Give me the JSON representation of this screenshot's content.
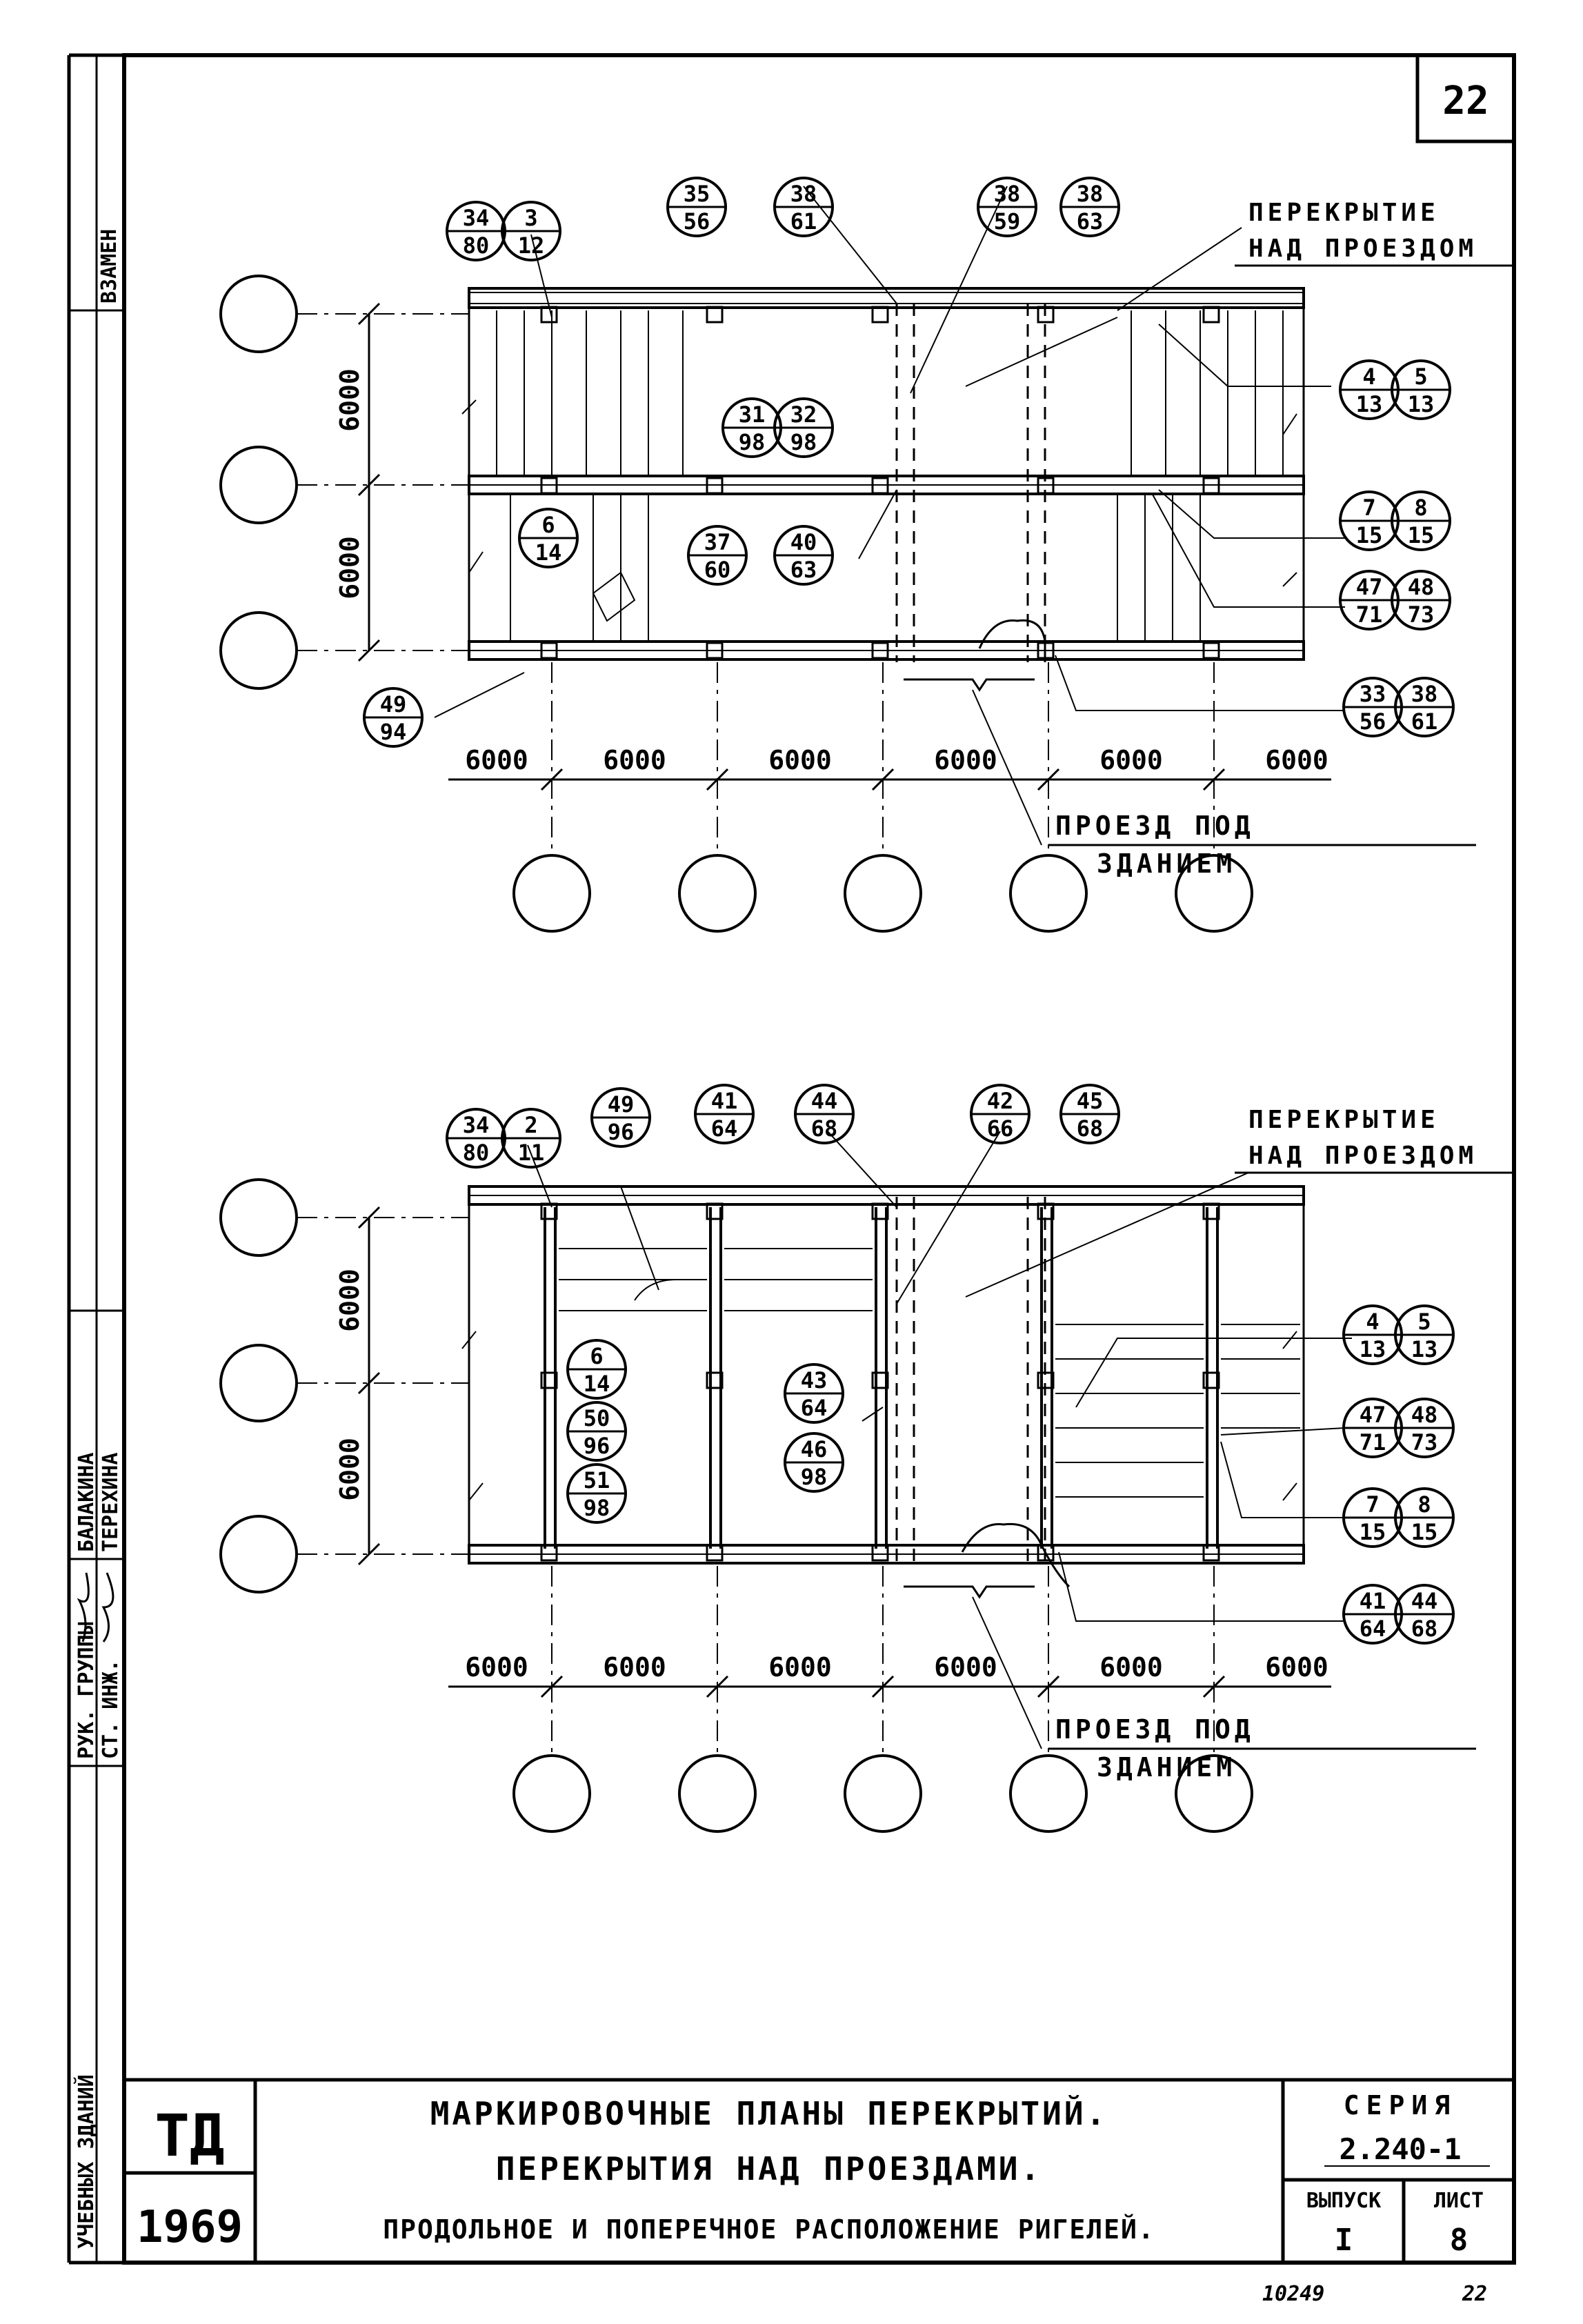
{
  "page_number": "22",
  "top_plan": {
    "label_lines": [
      "ПЕРЕКРЫТИЕ",
      "НАД ПРОЕЗДОМ"
    ],
    "passage_lines": [
      "ПРОЕЗД ПОД",
      "ЗДАНИЕМ"
    ],
    "dims_vertical": [
      "6000",
      "6000"
    ],
    "dims_horizontal": [
      "6000",
      "6000",
      "6000",
      "6000",
      "6000",
      "6000"
    ],
    "tags": [
      {
        "top": "34",
        "bottom": "80"
      },
      {
        "top": "3",
        "bottom": "12"
      },
      {
        "top": "35",
        "bottom": "56"
      },
      {
        "top": "38",
        "bottom": "61"
      },
      {
        "top": "38",
        "bottom": "59"
      },
      {
        "top": "38",
        "bottom": "63"
      },
      {
        "top": "4",
        "bottom": "13"
      },
      {
        "top": "5",
        "bottom": "13"
      },
      {
        "top": "31",
        "bottom": "98"
      },
      {
        "top": "32",
        "bottom": "98"
      },
      {
        "top": "6",
        "bottom": "14"
      },
      {
        "top": "37",
        "bottom": "60"
      },
      {
        "top": "40",
        "bottom": "63"
      },
      {
        "top": "7",
        "bottom": "15"
      },
      {
        "top": "8",
        "bottom": "15"
      },
      {
        "top": "47",
        "bottom": "71"
      },
      {
        "top": "48",
        "bottom": "73"
      },
      {
        "top": "49",
        "bottom": "94"
      },
      {
        "top": "33",
        "bottom": "56"
      },
      {
        "top": "38",
        "bottom": "61"
      }
    ]
  },
  "bottom_plan": {
    "label_lines": [
      "ПЕРЕКРЫТИЕ",
      "НАД ПРОЕЗДОМ"
    ],
    "passage_lines": [
      "ПРОЕЗД ПОД",
      "ЗДАНИЕМ"
    ],
    "dims_vertical": [
      "6000",
      "6000"
    ],
    "dims_horizontal": [
      "6000",
      "6000",
      "6000",
      "6000",
      "6000",
      "6000"
    ],
    "tags": [
      {
        "top": "34",
        "bottom": "80"
      },
      {
        "top": "2",
        "bottom": "11"
      },
      {
        "top": "49",
        "bottom": "96"
      },
      {
        "top": "41",
        "bottom": "64"
      },
      {
        "top": "44",
        "bottom": "68"
      },
      {
        "top": "42",
        "bottom": "66"
      },
      {
        "top": "45",
        "bottom": "68"
      },
      {
        "top": "4",
        "bottom": "13"
      },
      {
        "top": "5",
        "bottom": "13"
      },
      {
        "top": "6",
        "bottom": "14"
      },
      {
        "top": "50",
        "bottom": "96"
      },
      {
        "top": "51",
        "bottom": "98"
      },
      {
        "top": "43",
        "bottom": "64"
      },
      {
        "top": "46",
        "bottom": "98"
      },
      {
        "top": "47",
        "bottom": "71"
      },
      {
        "top": "48",
        "bottom": "73"
      },
      {
        "top": "7",
        "bottom": "15"
      },
      {
        "top": "8",
        "bottom": "15"
      },
      {
        "top": "41",
        "bottom": "64"
      },
      {
        "top": "44",
        "bottom": "68"
      }
    ]
  },
  "title_block": {
    "td": "ТД",
    "year": "1969",
    "title_lines": [
      "МАРКИРОВОЧНЫЕ ПЛАНЫ ПЕРЕКРЫТИЙ.",
      "ПЕРЕКРЫТИЯ НАД ПРОЕЗДАМИ.",
      "ПРОДОЛЬНОЕ И ПОПЕРЕЧНОЕ РАСПОЛОЖЕНИЕ РИГЕЛЕЙ."
    ],
    "series_label": "СЕРИЯ",
    "series_value": "2.240-1",
    "issue_label": "ВЫПУСК",
    "issue_value": "I",
    "sheet_label": "ЛИСТ",
    "sheet_value": "8",
    "footer_left": "10249",
    "footer_right": "22"
  },
  "side_stamp": {
    "top": "ВЗАМЕН",
    "mid1": "БАЛАКИНА",
    "mid2": "ТЕРЕХИНА",
    "role1": "РУК. ГРУППЫ",
    "role2": "СТ. ИНЖ.",
    "bottom": "УЧЕБНЫХ ЗДАНИЙ"
  }
}
